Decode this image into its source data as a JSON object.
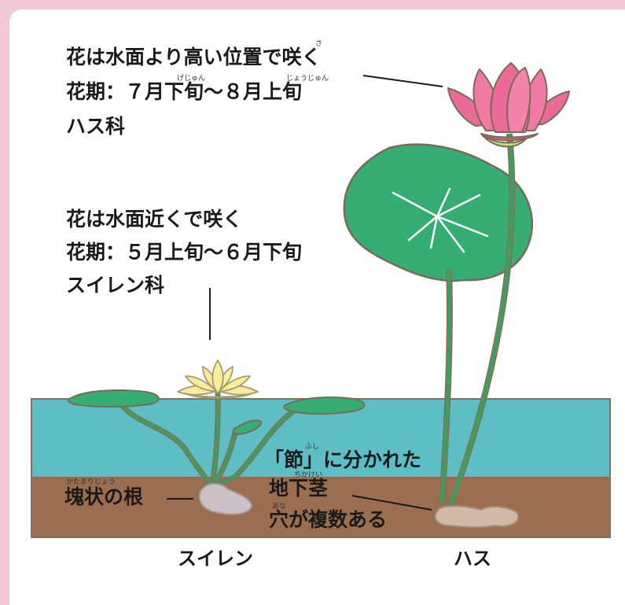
{
  "colors": {
    "background": "#f3c9d6",
    "water": "#5dbec5",
    "soil": "#9b6e4f",
    "leaf": "#36ad72",
    "lotus_flower": "#ec6a97",
    "waterlily_flower": "#f7ed9e",
    "rhizome": "#cfb9a6"
  },
  "lotus": {
    "desc_1": "花は水面より高い位置で咲く",
    "furigana_saku": "さ",
    "desc_2": "花期：７月下旬〜８月上旬",
    "furigana_gejun": "げじゅん",
    "furigana_joujun": "じょうじゅん",
    "family": "ハス科",
    "rhizome_1": "「節」に分かれた",
    "furigana_fushi": "ふし",
    "rhizome_2": "地下茎",
    "furigana_chikakei": "ちかけい",
    "rhizome_3": "穴が複数ある",
    "furigana_ana": "あな",
    "name": "ハス"
  },
  "waterlily": {
    "desc_1": "花は水面近くで咲く",
    "desc_2": "花期：５月上旬〜６月下旬",
    "family": "スイレン科",
    "root": "塊状の根",
    "furigana_katamari": "かたまりじょう",
    "name": "スイレン"
  }
}
